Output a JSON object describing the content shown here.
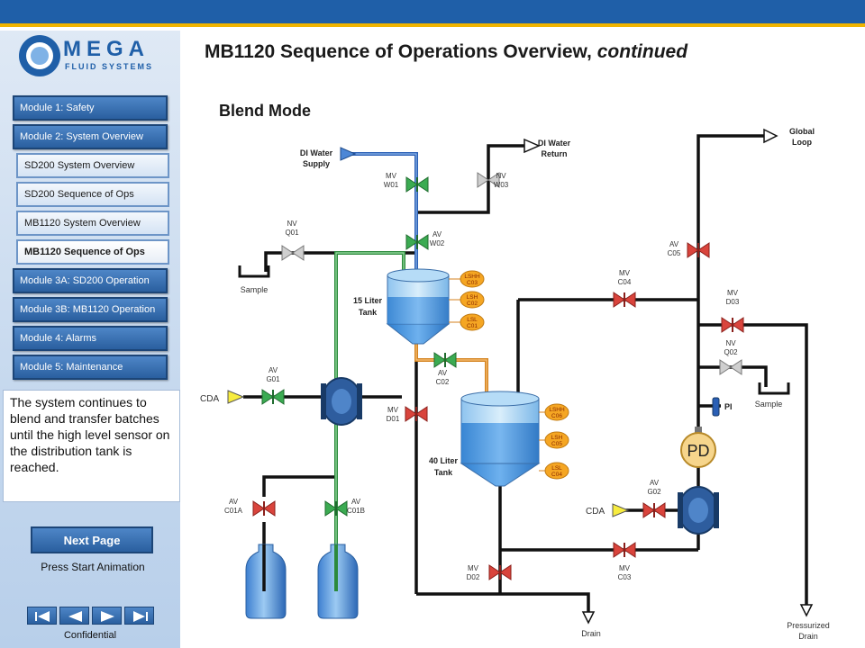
{
  "header": {
    "title": "MB1120 Sequence of Operations Overview, ",
    "title_em": "continued",
    "subtitle": "Blend Mode"
  },
  "logo": {
    "name": "MEGA",
    "sub": "FLUID SYSTEMS"
  },
  "nav": {
    "module1": "Module 1: Safety",
    "module2": "Module 2: System Overview",
    "sub1": "SD200 System Overview",
    "sub2": "SD200 Sequence of Ops",
    "sub3": "MB1120 System Overview",
    "sub4": "MB1120 Sequence of Ops",
    "module3a": "Module 3A: SD200 Operation",
    "module3b": "Module 3B: MB1120 Operation",
    "module4": "Module 4: Alarms",
    "module5": "Module 5: Maintenance"
  },
  "description": "The system continues to blend and transfer batches until the high level sensor on the distribution tank is reached.",
  "next_label": "Next Page",
  "press_label": "Press Start Animation",
  "confidential": "Confidential",
  "diagram": {
    "di_supply": [
      "DI Water",
      "Supply"
    ],
    "di_return": [
      "DI Water",
      "Return"
    ],
    "global_loop": [
      "Global",
      "Loop"
    ],
    "sample_left": "Sample",
    "sample_right": "Sample",
    "cda_left": "CDA",
    "cda_right": "CDA",
    "drain": "Drain",
    "pressurized_drain": [
      "Pressurized",
      "Drain"
    ],
    "pi": "PI",
    "pd": "PD",
    "tank15": [
      "15 Liter",
      "Tank"
    ],
    "tank40": [
      "40 Liter",
      "Tank"
    ],
    "valves": {
      "mvw01": [
        "MV",
        "W01"
      ],
      "nvw03": [
        "NV",
        "W03"
      ],
      "avw02": [
        "AV",
        "W02"
      ],
      "nvq01": [
        "NV",
        "Q01"
      ],
      "avg01": [
        "AV",
        "G01"
      ],
      "avc02": [
        "AV",
        "C02"
      ],
      "mvd01": [
        "MV",
        "D01"
      ],
      "avc01a": [
        "AV",
        "C01A"
      ],
      "avc01b": [
        "AV",
        "C01B"
      ],
      "mvd02": [
        "MV",
        "D02"
      ],
      "mvc04": [
        "MV",
        "C04"
      ],
      "avc05": [
        "AV",
        "C05"
      ],
      "mvd03": [
        "MV",
        "D03"
      ],
      "nvq02": [
        "NV",
        "Q02"
      ],
      "avg02": [
        "AV",
        "G02"
      ],
      "mvc03": [
        "MV",
        "C03"
      ]
    },
    "sensors": {
      "lshh_c03": [
        "LSHH",
        "C03"
      ],
      "lsh_c02": [
        "LSH",
        "C02"
      ],
      "lsl_c01": [
        "LSL",
        "C01"
      ],
      "lshh_c06": [
        "LSHH",
        "C06"
      ],
      "lsh_c05": [
        "LSH",
        "C05"
      ],
      "lsl_c04": [
        "LSL",
        "C04"
      ]
    }
  },
  "colors": {
    "brand": "#1f5fa8",
    "accent": "#f0b400",
    "valve_red": "#d9443c",
    "valve_green": "#3bab52",
    "pipe_blue": "#2a5fb5",
    "pipe_green": "#3bab52",
    "pipe_orange": "#d4821e"
  }
}
